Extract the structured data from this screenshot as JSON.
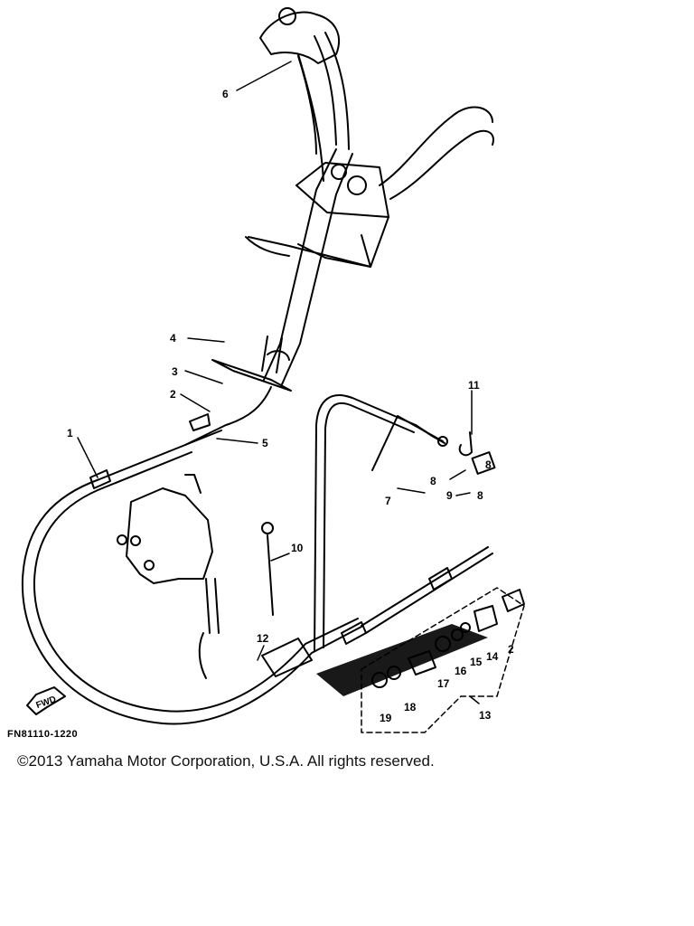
{
  "diagram": {
    "figure_code": "FN81110-1220",
    "fwd_label": "FWD",
    "callouts": [
      "1",
      "2",
      "3",
      "4",
      "5",
      "6",
      "7",
      "8",
      "9",
      "10",
      "11",
      "12",
      "13",
      "14",
      "15",
      "16",
      "17",
      "18",
      "19",
      "2",
      "8",
      "8"
    ]
  },
  "footer": {
    "copyright": "©2013 Yamaha Motor Corporation, U.S.A. All rights reserved."
  }
}
